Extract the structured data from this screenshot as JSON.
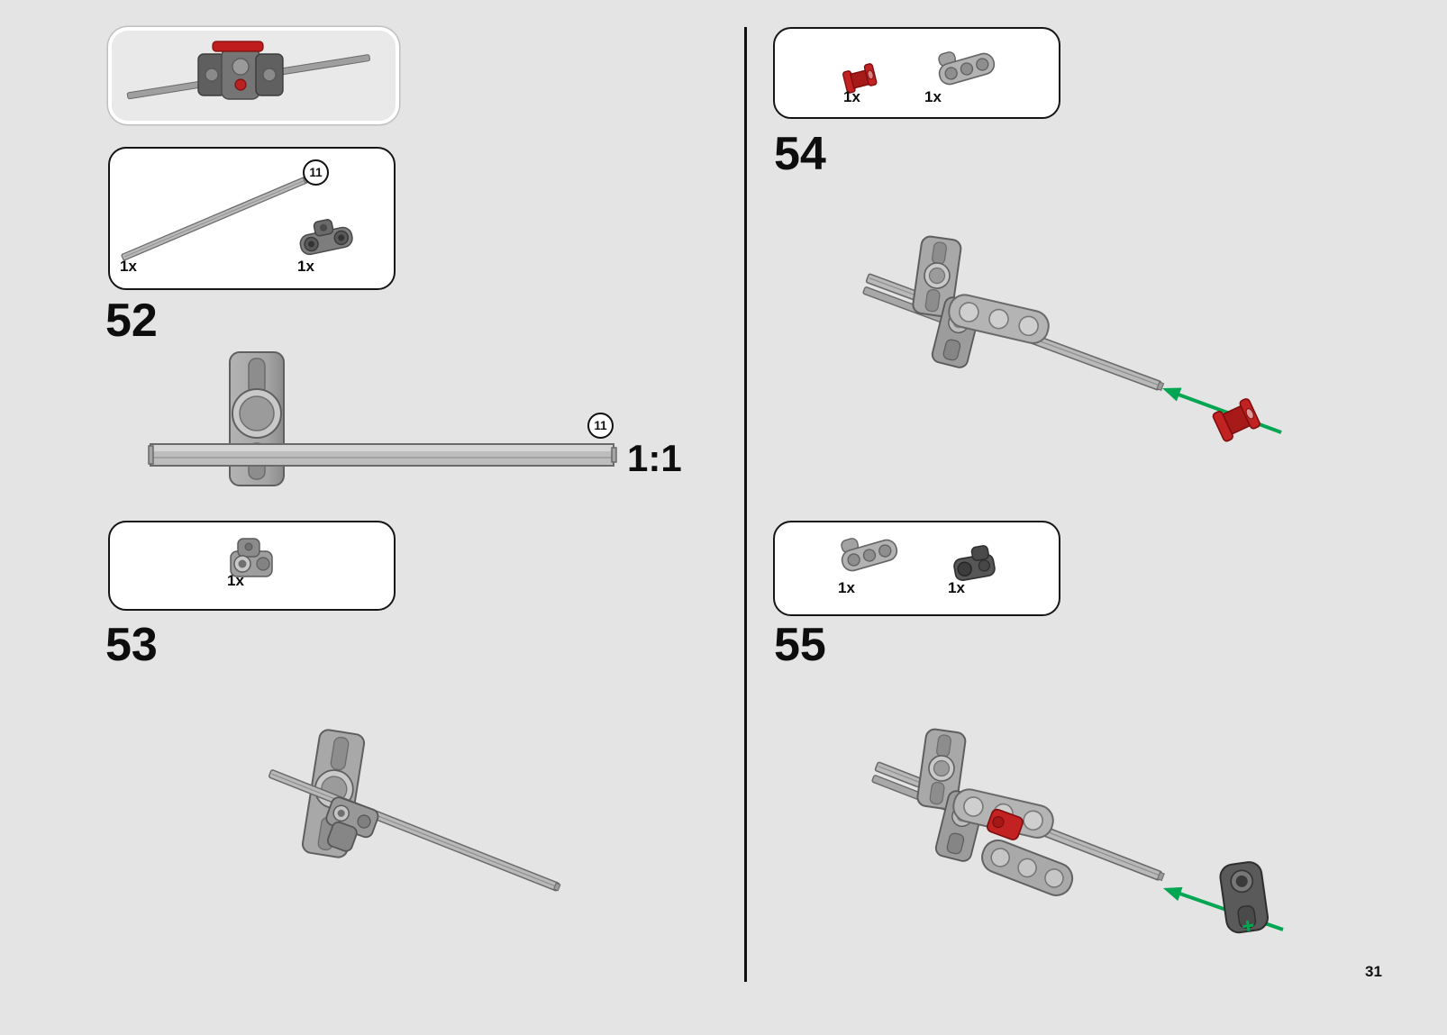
{
  "page": {
    "number": "31"
  },
  "colors": {
    "background": "#e4e4e4",
    "arrow_green": "#00a651",
    "part_red": "#c32222",
    "part_gray": "#a8a8a8",
    "part_dark": "#4f4f4f"
  },
  "steps": {
    "s52": {
      "number": "52",
      "parts": [
        {
          "qty": "1x",
          "name": "axle-11",
          "length_callout": "11"
        },
        {
          "qty": "1x",
          "name": "pin-connector-block"
        }
      ],
      "scale_callout": "11",
      "scale_label": "1:1"
    },
    "s53": {
      "number": "53",
      "parts": [
        {
          "qty": "1x",
          "name": "axle-connector-block"
        }
      ]
    },
    "s54": {
      "number": "54",
      "parts": [
        {
          "qty": "1x",
          "name": "bush-red"
        },
        {
          "qty": "1x",
          "name": "pin-connector-plate"
        }
      ]
    },
    "s55": {
      "number": "55",
      "parts": [
        {
          "qty": "1x",
          "name": "pin-connector-plate"
        },
        {
          "qty": "1x",
          "name": "axle-connector-dark"
        }
      ]
    }
  }
}
